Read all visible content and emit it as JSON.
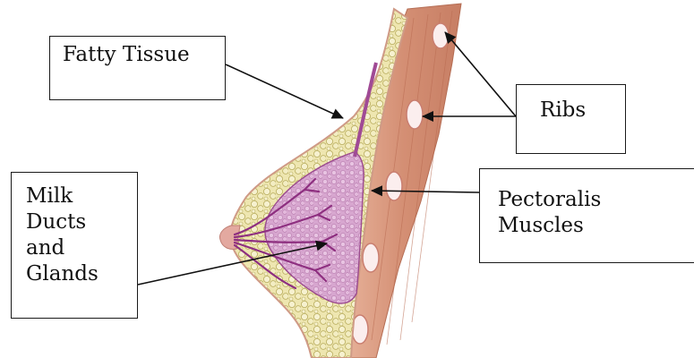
{
  "diagram": {
    "labels": {
      "fatty_tissue": "Fatty Tissue",
      "ribs": "Ribs",
      "pectoralis": [
        "Pectoralis",
        "Muscles"
      ],
      "milk_ducts": [
        "Milk",
        "Ducts",
        "and",
        "Glands"
      ]
    },
    "colors": {
      "skin_outline": "#d9a79a",
      "fatty_tissue": "#e8dfa0",
      "glands": "#c892c0",
      "ducts": "#9b3a88",
      "muscle": "#d99a80",
      "rib": "#fbeeee",
      "arrow": "#111111"
    }
  }
}
